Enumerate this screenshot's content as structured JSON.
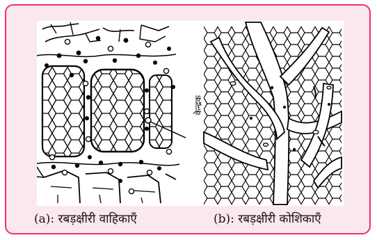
{
  "figure": {
    "label_nucleus": "केन्द्रक",
    "caption_a": "(a): रबड़क्षीरी वाहिकाएँ",
    "caption_b": "(b): रबड़क्षीरी कोशिकाएँ"
  },
  "colors": {
    "border": "#e8307a",
    "card_background": "#fbe7ee",
    "ink": "#000000"
  }
}
